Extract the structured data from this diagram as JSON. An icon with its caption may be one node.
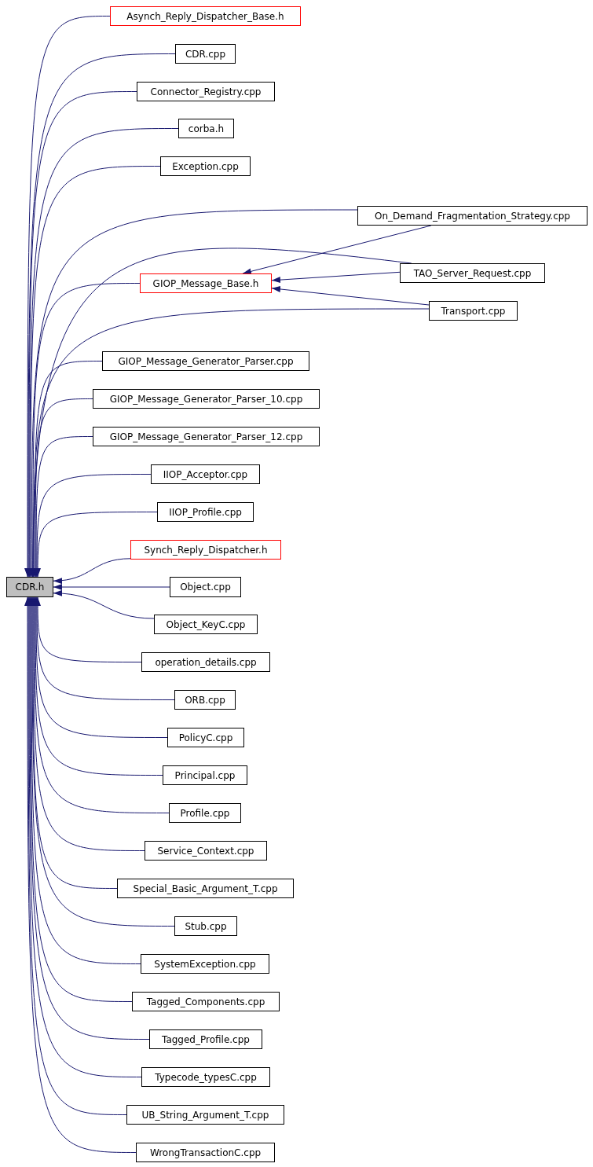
{
  "diagram": {
    "nodes": [
      {
        "text": [
          "CDR.h"
        ]
      },
      {
        "text": [
          "Asynch_Reply_Dispatcher_Base.h"
        ]
      },
      {
        "text": [
          "CDR.cpp"
        ]
      },
      {
        "text": [
          "Connector_Registry.cpp"
        ]
      },
      {
        "text": [
          "corba.h"
        ]
      },
      {
        "text": [
          "Exception.cpp"
        ]
      },
      {
        "text": [
          "On_Demand_Fragmentation_Strategy.cpp"
        ]
      },
      {
        "text": [
          "GIOP_Message_Base.h"
        ]
      },
      {
        "text": [
          "TAO_Server_Request.cpp"
        ]
      },
      {
        "text": [
          "Transport.cpp"
        ]
      },
      {
        "text": [
          "GIOP_Message_Generator_Parser.cpp"
        ]
      },
      {
        "text": [
          "GIOP_Message_Generator_Parser_10.cpp"
        ]
      },
      {
        "text": [
          "GIOP_Message_Generator_Parser_12.cpp"
        ]
      },
      {
        "text": [
          "IIOP_Acceptor.cpp"
        ]
      },
      {
        "text": [
          "IIOP_Profile.cpp"
        ]
      },
      {
        "text": [
          "Synch_Reply_Dispatcher.h"
        ]
      },
      {
        "text": [
          "Object.cpp"
        ]
      },
      {
        "text": [
          "Object_KeyC.cpp"
        ]
      },
      {
        "text": [
          "operation_details.cpp"
        ]
      },
      {
        "text": [
          "ORB.cpp"
        ]
      },
      {
        "text": [
          "PolicyC.cpp"
        ]
      },
      {
        "text": [
          "Principal.cpp"
        ]
      },
      {
        "text": [
          "Profile.cpp"
        ]
      },
      {
        "text": [
          "Service_Context.cpp"
        ]
      },
      {
        "text": [
          "Special_Basic_Argument_T.cpp"
        ]
      },
      {
        "text": [
          "Stub.cpp"
        ]
      },
      {
        "text": [
          "SystemException.cpp"
        ]
      },
      {
        "text": [
          "Tagged_Components.cpp"
        ]
      },
      {
        "text": [
          "Tagged_Profile.cpp"
        ]
      },
      {
        "text": [
          "Typecode_typesC.cpp"
        ]
      },
      {
        "text": [
          "UB_String_Argument_T.cpp"
        ]
      },
      {
        "text": [
          "WrongTransactionC.cpp"
        ]
      }
    ],
    "edges": [
      {
        "from": 1,
        "to": 0,
        "arrow": "to"
      },
      {
        "from": 2,
        "to": 0,
        "arrow": "to"
      },
      {
        "from": 3,
        "to": 0,
        "arrow": "to"
      },
      {
        "from": 4,
        "to": 0,
        "arrow": "to"
      },
      {
        "from": 5,
        "to": 0,
        "arrow": "to"
      },
      {
        "from": 6,
        "to": 7,
        "arrow": "to"
      },
      {
        "from": 6,
        "to": 0,
        "arrow": "to"
      },
      {
        "from": 7,
        "to": 0,
        "arrow": "to"
      },
      {
        "from": 8,
        "to": 7,
        "arrow": "to"
      },
      {
        "from": 8,
        "to": 0,
        "arrow": "to"
      },
      {
        "from": 9,
        "to": 7,
        "arrow": "to"
      },
      {
        "from": 9,
        "to": 0,
        "arrow": "to"
      },
      {
        "from": 10,
        "to": 0,
        "arrow": "to"
      },
      {
        "from": 11,
        "to": 0,
        "arrow": "to"
      },
      {
        "from": 12,
        "to": 0,
        "arrow": "to"
      },
      {
        "from": 13,
        "to": 0,
        "arrow": "to"
      },
      {
        "from": 14,
        "to": 0,
        "arrow": "to"
      },
      {
        "from": 15,
        "to": 0,
        "arrow": "to"
      },
      {
        "from": 16,
        "to": 0,
        "arrow": "to"
      },
      {
        "from": 17,
        "to": 0,
        "arrow": "to"
      },
      {
        "from": 18,
        "to": 0,
        "arrow": "to"
      },
      {
        "from": 19,
        "to": 0,
        "arrow": "to"
      },
      {
        "from": 20,
        "to": 0,
        "arrow": "to"
      },
      {
        "from": 21,
        "to": 0,
        "arrow": "to"
      },
      {
        "from": 22,
        "to": 0,
        "arrow": "to"
      },
      {
        "from": 23,
        "to": 0,
        "arrow": "to"
      },
      {
        "from": 24,
        "to": 0,
        "arrow": "to"
      },
      {
        "from": 25,
        "to": 0,
        "arrow": "to"
      },
      {
        "from": 26,
        "to": 0,
        "arrow": "to"
      },
      {
        "from": 27,
        "to": 0,
        "arrow": "to"
      },
      {
        "from": 28,
        "to": 0,
        "arrow": "to"
      },
      {
        "from": 29,
        "to": 0,
        "arrow": "to"
      },
      {
        "from": 30,
        "to": 0,
        "arrow": "to"
      },
      {
        "from": 31,
        "to": 0,
        "arrow": "to"
      }
    ]
  }
}
